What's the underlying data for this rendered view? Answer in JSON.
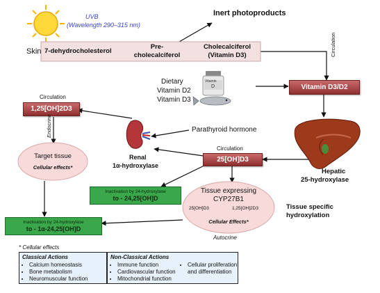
{
  "uv": {
    "label": "UVB",
    "wavelength": "(Wavelength 290–315 nm)"
  },
  "skin": {
    "label": "Skin",
    "step1": "7-dehydrocholesterol",
    "step2_line1": "Pre-",
    "step2_line2": "cholecalciferol",
    "step3_line1": "Cholecalciferol",
    "step3_line2": "(Vitamin D3)"
  },
  "inert": "Inert photoproducts",
  "circulation_top": "Circulation",
  "vit_d3d2": "Vitamin D3/D2",
  "dietary": {
    "line1": "Dietary",
    "line2": "Vitamin D2",
    "line3": "Vitamin D3",
    "bottle_label": "Vitamin",
    "bottle_letter": "D"
  },
  "liver": {
    "line1": "Hepatic",
    "line2": "25-hydroxylase"
  },
  "left_circ": "Circulation",
  "calcitriol": "1,25[OH]2D3",
  "endocrine": "Endocrine",
  "target": {
    "title": "Target tissue",
    "effects": "Cellular effects*"
  },
  "kidney": {
    "line1": "Renal",
    "line2": "1α-hydroxylase"
  },
  "pth": "Parathyroid hormone",
  "mid_circ": "Circulation",
  "calcidiol": "25[OH]D3",
  "inact1": {
    "line1": "Inactivation by 24-hydroxylase",
    "line2": "to - 24,25[OH]D"
  },
  "inact2": {
    "line1": "Inactivation by 24-hydroxylase",
    "line2": "to - 1α-24,25[OH]D"
  },
  "tissue": {
    "line1": "Tissue expressing",
    "line2": "CYP27B1",
    "reaction_left": "25[OH]D3",
    "reaction_right": "1,25[OH]2D3",
    "effects": "Cellular Effects*"
  },
  "tissue_specific": {
    "line1": "Tissue specific",
    "line2": "hydroxylation"
  },
  "autocrine": "Autocrine",
  "footnote": "* Cellular effects",
  "classical": {
    "title": "Classical Actions",
    "items": [
      "Calcium homeostasis",
      "Bone metabolism",
      "Neuromuscular function"
    ]
  },
  "nonclassical": {
    "title": "Non-Classical Actions",
    "col1": [
      "Immune function",
      "Cardiovascular function",
      "Mitochondrial function"
    ],
    "col2_line1": "Cellular proliferation",
    "col2_line2": "and differentiation"
  }
}
